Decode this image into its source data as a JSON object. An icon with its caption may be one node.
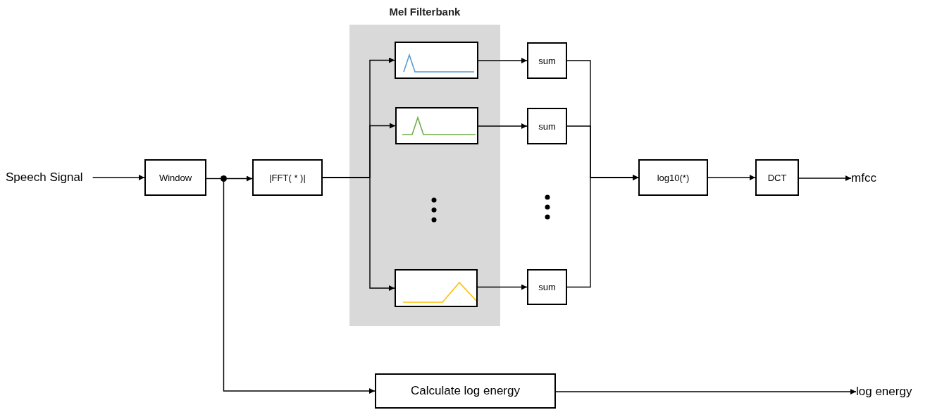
{
  "diagram": {
    "nodes": [
      {
        "text": [
          "Speech Signal"
        ]
      },
      {
        "text": [
          "Window"
        ]
      },
      {
        "text": [],
        "shape": "circle"
      },
      {
        "text": [
          "|FFT( * )|"
        ]
      },
      {
        "text": [
          "Mel Filterbank"
        ]
      },
      {
        "text": [],
        "shape": "picture",
        "in": 4
      },
      {
        "text": [],
        "shape": "picture",
        "in": 4
      },
      {
        "text": [],
        "shape": "picture",
        "in": 4
      },
      {
        "text": [
          "sum"
        ]
      },
      {
        "text": [
          "sum"
        ]
      },
      {
        "text": [
          "sum"
        ]
      },
      {
        "text": [
          "log10(*)"
        ]
      },
      {
        "text": [
          "DCT"
        ]
      },
      {
        "text": [
          "mfcc"
        ]
      },
      {
        "text": [
          "Calculate log energy"
        ]
      },
      {
        "text": [
          "log energy"
        ]
      }
    ],
    "edges": [
      {
        "from": 0,
        "to": 1,
        "arrow": "to"
      },
      {
        "from": 1,
        "to": 2,
        "arrow": "none"
      },
      {
        "from": 2,
        "to": 3,
        "arrow": "to"
      },
      {
        "from": 3,
        "to": 5,
        "arrow": "to"
      },
      {
        "from": 3,
        "to": 6,
        "arrow": "to"
      },
      {
        "from": 3,
        "to": 7,
        "arrow": "to"
      },
      {
        "from": 5,
        "to": 8,
        "arrow": "to"
      },
      {
        "from": 6,
        "to": 9,
        "arrow": "to"
      },
      {
        "from": 7,
        "to": 10,
        "arrow": "to"
      },
      {
        "from": 8,
        "to": 11,
        "arrow": "to"
      },
      {
        "from": 9,
        "to": 11,
        "arrow": "to"
      },
      {
        "from": 10,
        "to": 11,
        "arrow": "to"
      },
      {
        "from": 11,
        "to": 12,
        "arrow": "to"
      },
      {
        "from": 12,
        "to": 13,
        "arrow": "to"
      },
      {
        "from": 2,
        "to": 14,
        "arrow": "to"
      },
      {
        "from": 14,
        "to": 15,
        "arrow": "to"
      }
    ]
  }
}
